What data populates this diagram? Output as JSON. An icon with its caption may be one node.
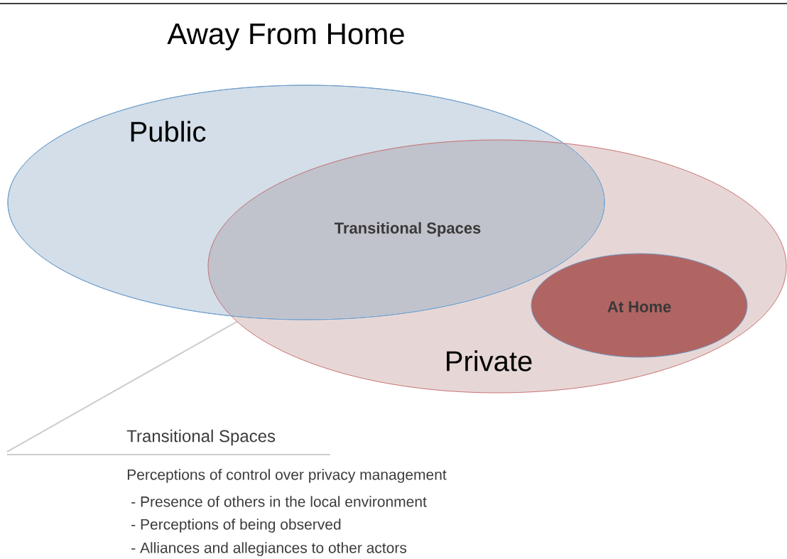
{
  "diagram": {
    "title": "Away From Home",
    "nodes": [
      {
        "text": [
          "Public"
        ]
      },
      {
        "text": [
          "Private"
        ]
      },
      {
        "text": [
          "At Home"
        ],
        "in": 1
      },
      {
        "text": [
          "Transitional Spaces",
          "Perceptions of control over privacy management",
          "- Presence of others in the local environment",
          "- Perceptions of being observed",
          "- Alliances and allegiances to other actors"
        ]
      }
    ],
    "edges": [
      {
        "from": 3,
        "to": 1,
        "arrow": "none"
      }
    ],
    "labels": [
      "Transitional Spaces"
    ]
  }
}
